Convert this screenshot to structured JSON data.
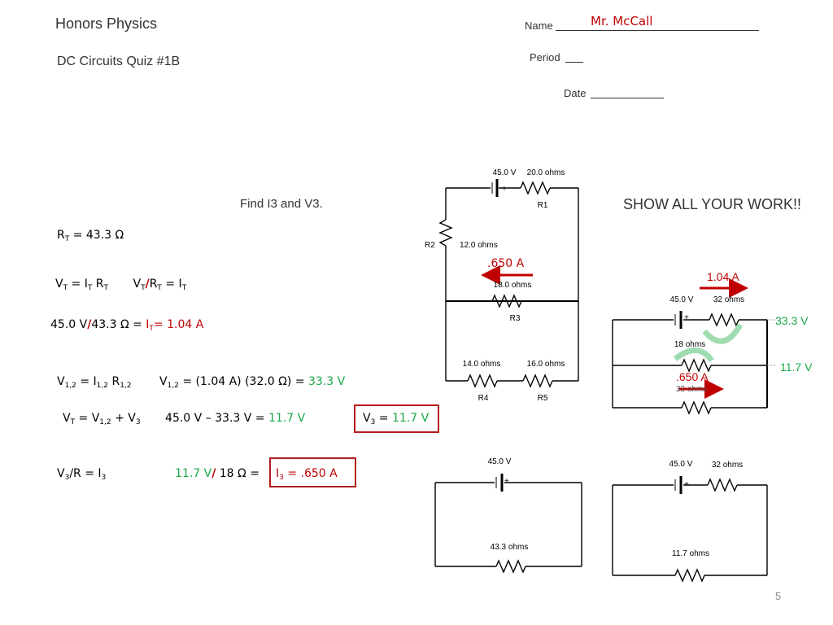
{
  "header": {
    "course": "Honors Physics",
    "quiz": "DC Circuits Quiz #1B",
    "name_label": "Name",
    "name_value": "Mr. McCall",
    "period_label": "Period",
    "date_label": "Date"
  },
  "prompt": "Find  I3 and V3.",
  "show_work": "SHOW ALL YOUR WORK!!",
  "work": {
    "rt_value": "= 43.3 Ω",
    "eq1_a": "V",
    "eq1_b": " = I",
    "eq1_c": " R",
    "eq1_d": "/",
    "eq1_e": " = I",
    "line3_a": "45.0 V",
    "line3_b": "/",
    "line3_c": "43.3 Ω = ",
    "line3_d": "= 1.04 A",
    "line4_a": " = I",
    "line4_b": " R",
    "line4_c": " = (1.04 A) (32.0 Ω) = ",
    "line4_d": "33.3 V",
    "line5_a": " = V",
    "line5_b": " + V",
    "line5_c": "45.0 V – 33.3 V = ",
    "line5_d": "11.7 V",
    "v3_box_a": " = ",
    "v3_box_b": "11.7 V",
    "line6_a": "/R = I",
    "line6_b": "11.7 V",
    "line6_c": "/",
    "line6_d": " 18 Ω = ",
    "i3_box": " = .650 A",
    "sym_R": "R",
    "sym_V": "V",
    "sym_I": "I",
    "sub_T": "T",
    "sub_12": "1,2",
    "sub_3": "3"
  },
  "circuit_main": {
    "battery_v": "45.0 V",
    "r1_val": "20.0 ohms",
    "r1_name": "R1",
    "r2_name": "R2",
    "r2_val": "12.0 ohms",
    "r3_val": "18.0 ohms",
    "r3_name": "R3",
    "r4_val": "14.0 ohms",
    "r4_name": "R4",
    "r5_val": "16.0 ohms",
    "r5_name": "R5",
    "current": ".650 A"
  },
  "circuit_right": {
    "battery_v": "45.0 V",
    "r_top": "32 ohms",
    "r_mid": "18 ohms",
    "r_bot": "32 ohms",
    "current_top": "1.04 A",
    "current_mid": ".650 A",
    "v_top": "33.3 V",
    "v_mid": "11.7 V"
  },
  "circuit_bl": {
    "battery_v": "45.0 V",
    "r": "43.3 ohms"
  },
  "circuit_br": {
    "battery_v": "45.0 V",
    "r_top": "32 ohms",
    "r_bot": "11.7 ohms"
  },
  "page_number": "5",
  "colors": {
    "red": "#c00000",
    "green": "#1aa84a",
    "box": "#b41c1c"
  }
}
